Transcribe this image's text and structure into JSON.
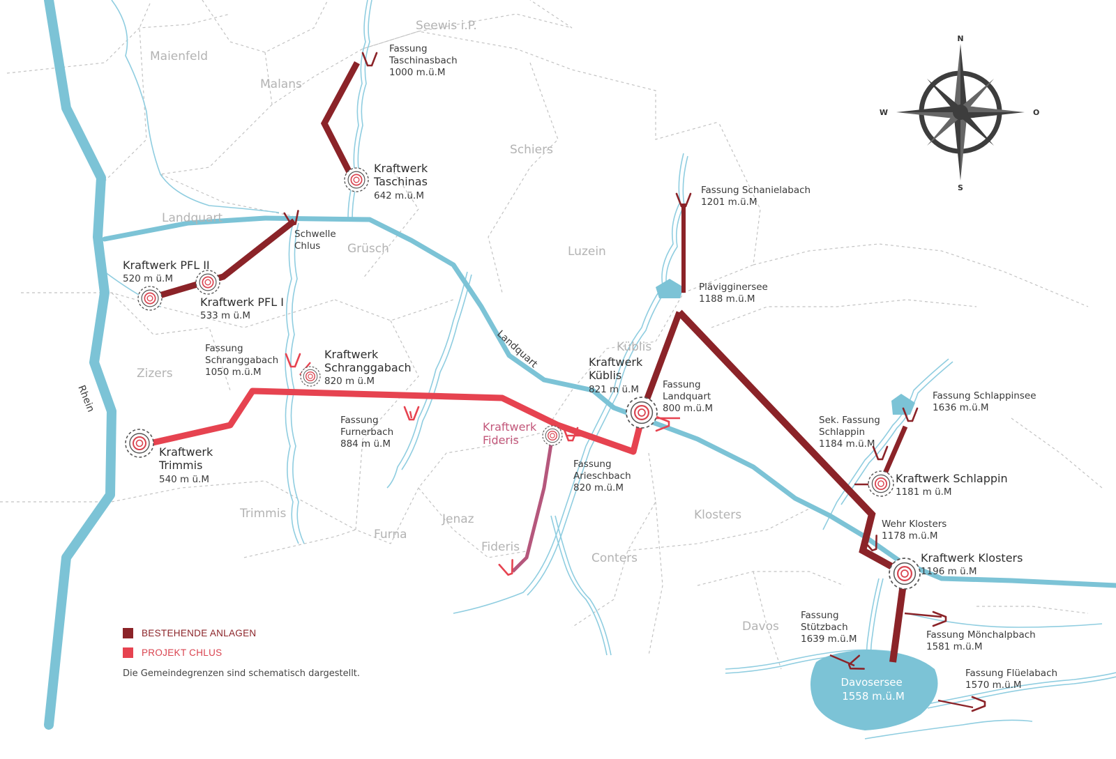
{
  "colors": {
    "existing": "#8b2328",
    "project": "#e64350",
    "planned": "#b5577c",
    "water": "#7cc3d6",
    "border": "#bdbdbd"
  },
  "municipalities": [
    {
      "id": "maienfeld",
      "name": "Maienfeld"
    },
    {
      "id": "malans",
      "name": "Malans"
    },
    {
      "id": "seewis",
      "name": "Seewis i.P."
    },
    {
      "id": "schiers",
      "name": "Schiers"
    },
    {
      "id": "landquart",
      "name": "Landquart"
    },
    {
      "id": "gruesch",
      "name": "Grüsch"
    },
    {
      "id": "luzein",
      "name": "Luzein"
    },
    {
      "id": "kueblis",
      "name": "Küblis"
    },
    {
      "id": "zizers",
      "name": "Zizers"
    },
    {
      "id": "trimmis",
      "name": "Trimmis"
    },
    {
      "id": "furna",
      "name": "Furna"
    },
    {
      "id": "jenaz",
      "name": "Jenaz"
    },
    {
      "id": "fideris",
      "name": "Fideris"
    },
    {
      "id": "conters",
      "name": "Conters"
    },
    {
      "id": "klosters",
      "name": "Klosters"
    },
    {
      "id": "davos",
      "name": "Davos"
    }
  ],
  "rivers": {
    "rhein": "Rhein",
    "landquart": "Landquart"
  },
  "features": {
    "taschinasbach": {
      "lines": [
        "Fassung",
        "Taschinasbach",
        "1000 m.ü.M"
      ]
    },
    "kw_taschinas": {
      "lines": [
        "Kraftwerk",
        "Taschinas"
      ],
      "elev": "642 m.ü.M"
    },
    "schwelle_chlus": {
      "lines": [
        "Schwelle",
        "Chlus"
      ]
    },
    "kw_pfl2": {
      "lines": [
        "Kraftwerk PFL II"
      ],
      "elev": "520 m ü.M"
    },
    "kw_pfl1": {
      "lines": [
        "Kraftwerk PFL I"
      ],
      "elev": "533 m ü.M"
    },
    "schranggabach": {
      "lines": [
        "Fassung",
        "Schranggabach",
        "1050 m.ü.M"
      ]
    },
    "kw_schranggabach": {
      "lines": [
        "Kraftwerk",
        "Schranggabach"
      ],
      "elev": "820 m ü.M"
    },
    "kw_trimmis": {
      "lines": [
        "Kraftwerk",
        "Trimmis"
      ],
      "elev": "540 m ü.M"
    },
    "furnerbach": {
      "lines": [
        "Fassung",
        "Furnerbach",
        "884 m ü.M"
      ]
    },
    "kw_fideris": {
      "lines": [
        "Kraftwerk",
        "Fideris"
      ]
    },
    "arieschbach": {
      "lines": [
        "Fassung",
        "Arieschbach",
        "820 m.ü.M"
      ]
    },
    "kw_kueblis": {
      "lines": [
        "Kraftwerk",
        "Küblis"
      ],
      "elev": "821 m ü.M"
    },
    "fassung_landquart": {
      "lines": [
        "Fassung",
        "Landquart",
        "800 m.ü.M"
      ]
    },
    "schanielabach": {
      "lines": [
        "Fassung Schanielabach",
        "1201 m.ü.M"
      ]
    },
    "plaevigginersee": {
      "lines": [
        "Plävigginersee",
        "1188 m.ü.M"
      ]
    },
    "schlappinsee": {
      "lines": [
        "Fassung Schlappinsee",
        "1636 m.ü.M"
      ]
    },
    "sek_schlappin": {
      "lines": [
        "Sek. Fassung",
        "Schlappin",
        "1184 m.ü.M"
      ]
    },
    "kw_schlappin": {
      "lines": [
        "Kraftwerk Schlappin"
      ],
      "elev": "1181 m ü.M"
    },
    "wehr_klosters": {
      "lines": [
        "Wehr Klosters",
        "1178 m.ü.M"
      ]
    },
    "kw_klosters": {
      "lines": [
        "Kraftwerk Klosters"
      ],
      "elev": "1196 m ü.M"
    },
    "stuetzbach": {
      "lines": [
        "Fassung",
        "Stützbach",
        "1639 m.ü.M"
      ]
    },
    "moenchalpbach": {
      "lines": [
        "Fassung Mönchalpbach",
        "1581 m.ü.M"
      ]
    },
    "fluelabach": {
      "lines": [
        "Fassung Flüelabach",
        "1570 m.ü.M"
      ]
    },
    "davosersee": {
      "lines": [
        "Davosersee",
        "1558 m.ü.M"
      ]
    }
  },
  "compass": {
    "n": "N",
    "s": "S",
    "w": "W",
    "o": "O"
  },
  "legend": {
    "existing": "BESTEHENDE ANLAGEN",
    "project": "PROJEKT CHLUS",
    "note": "Die Gemeindegrenzen sind schematisch dargestellt."
  }
}
